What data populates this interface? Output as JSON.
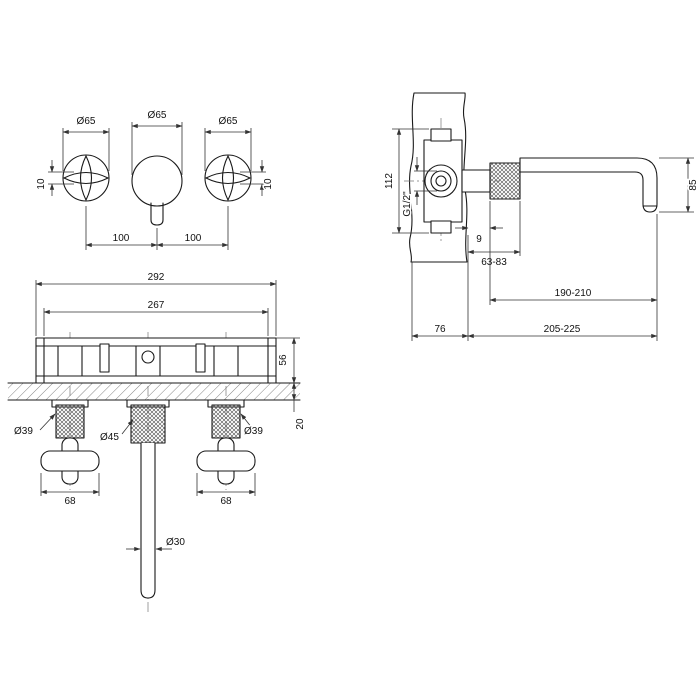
{
  "meta": {
    "title": "Wall-mounted 3-hole basin mixer technical drawing"
  },
  "colors": {
    "line": "#1a1a1a",
    "dim": "#333333",
    "background": "#ffffff"
  },
  "views": {
    "trim_front": {
      "dims": {
        "left_handle_dia": "Ø65",
        "spout_rosette_dia": "Ø65",
        "right_handle_dia": "Ø65",
        "left_handle_thk": "10",
        "right_handle_thk": "10",
        "pitch_left": "100",
        "pitch_right": "100"
      }
    },
    "rough_in_front": {
      "dims": {
        "overall_width": "292",
        "body_width": "267",
        "body_height": "56",
        "wall_thickness": "20",
        "left_valve_dia": "Ø39",
        "spout_escutcheon_dia": "Ø45",
        "right_valve_dia": "Ø39",
        "left_handle_width": "68",
        "right_handle_width": "68",
        "spout_tube_dia": "Ø30"
      }
    },
    "side_section": {
      "dims": {
        "body_height": "112",
        "inlet_thread": "G1/2\"",
        "face_gap": "9",
        "depth_adjust": "63-83",
        "spout_drop": "85",
        "spout_reach": "190-210",
        "wall_depth": "76",
        "total_depth": "205-225"
      }
    }
  }
}
